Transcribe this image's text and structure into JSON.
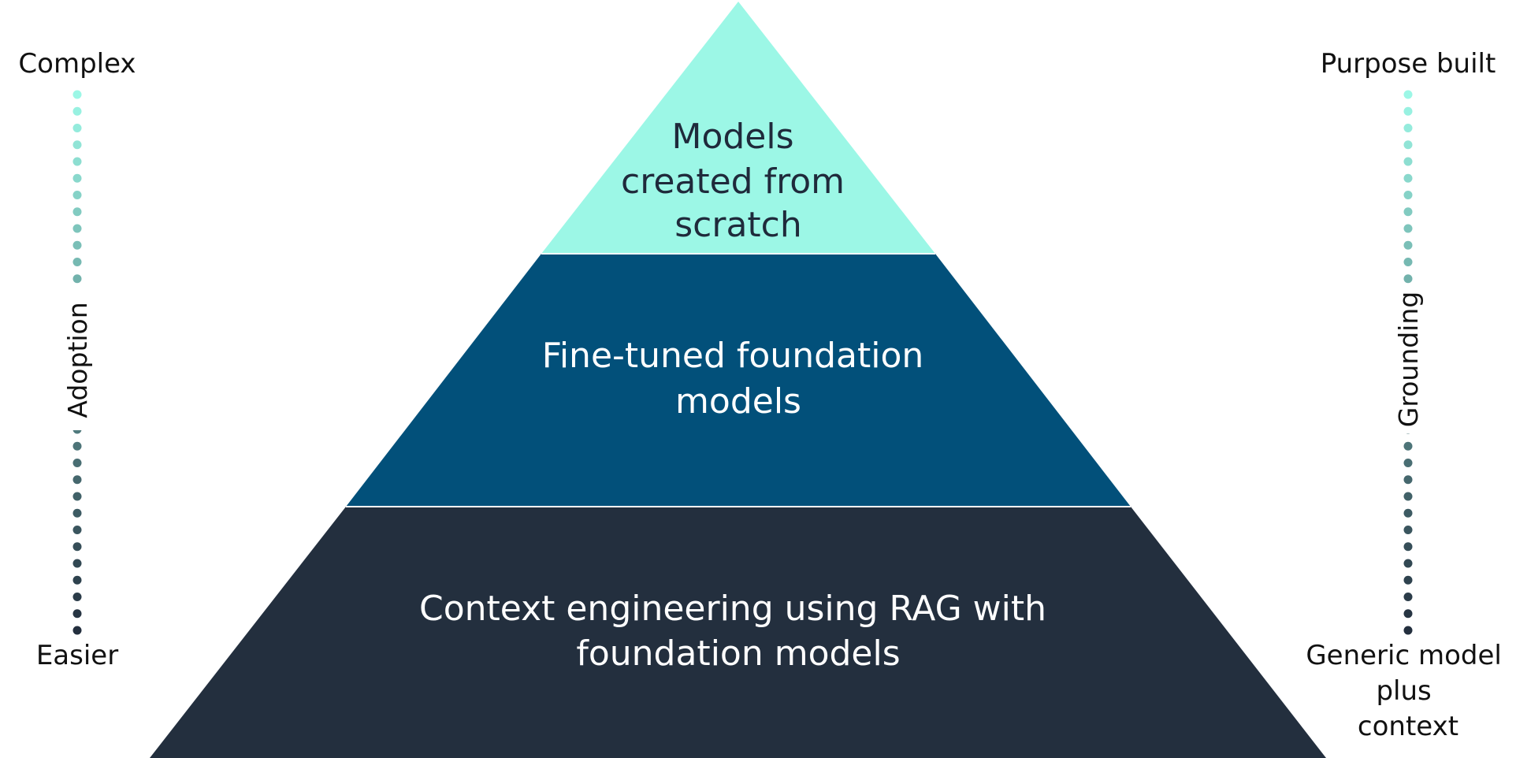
{
  "pyramid": {
    "tiers": [
      {
        "label_lines": [
          "Models",
          "created from",
          "scratch"
        ],
        "fill": "#9cf7e6",
        "text_color": "#1f2a3b"
      },
      {
        "label_lines": [
          "Fine-tuned foundation",
          "models"
        ],
        "fill": "#02507a",
        "text_color": "#ffffff"
      },
      {
        "label_lines": [
          "Context engineering using RAG with",
          "foundation models"
        ],
        "fill": "#232f3e",
        "text_color": "#ffffff"
      }
    ]
  },
  "left_axis": {
    "title": "Adoption",
    "top_label": "Complex",
    "bottom_label": "Easier"
  },
  "right_axis": {
    "title": "Grounding",
    "top_label": "Purpose built",
    "bottom_label_lines": [
      "Generic model",
      "plus",
      "context"
    ]
  },
  "colors": {
    "dot_top": "#9cf7e6",
    "dot_bottom": "#232f3e",
    "divider": "#ffffff"
  }
}
